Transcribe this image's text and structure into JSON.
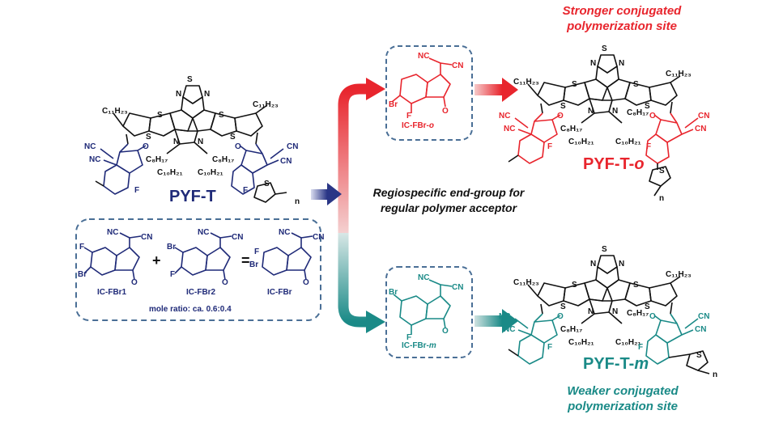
{
  "colors": {
    "navy": "#1f2a78",
    "red": "#e8252d",
    "teal": "#1a8a87",
    "black": "#111111",
    "box_dash": "#4a6f96"
  },
  "top_note": "Stronger conjugated\npolymerization site",
  "bottom_note": "Weaker conjugated\npolymerization site",
  "center_caption": "Regiospecific end-group for\nregular polymer acceptor",
  "names": {
    "left": "PYF-T",
    "top_right_prefix": "PYF-T-",
    "top_right_suffix": "o",
    "bottom_right_prefix": "PYF-T-",
    "bottom_right_suffix": "m"
  },
  "end_groups": {
    "top_label_prefix": "IC-FBr-",
    "top_label_suffix": "o",
    "bottom_label_prefix": "IC-FBr-",
    "bottom_label_suffix": "m"
  },
  "mixture": {
    "item1": "IC-FBr1",
    "item2": "IC-FBr2",
    "item3": "IC-FBr",
    "plus": "+",
    "equals": "=",
    "ratio": "mole ratio: ca. 0.6:0.4"
  },
  "atoms": {
    "S": "S",
    "N": "N",
    "NC": "NC",
    "CN": "CN",
    "F": "F",
    "Br": "Br",
    "O": "O",
    "n": "n",
    "c11": "C₁₁H₂₃",
    "c8": "C₈H₁₇",
    "c10": "C₁₀H₂₁"
  }
}
